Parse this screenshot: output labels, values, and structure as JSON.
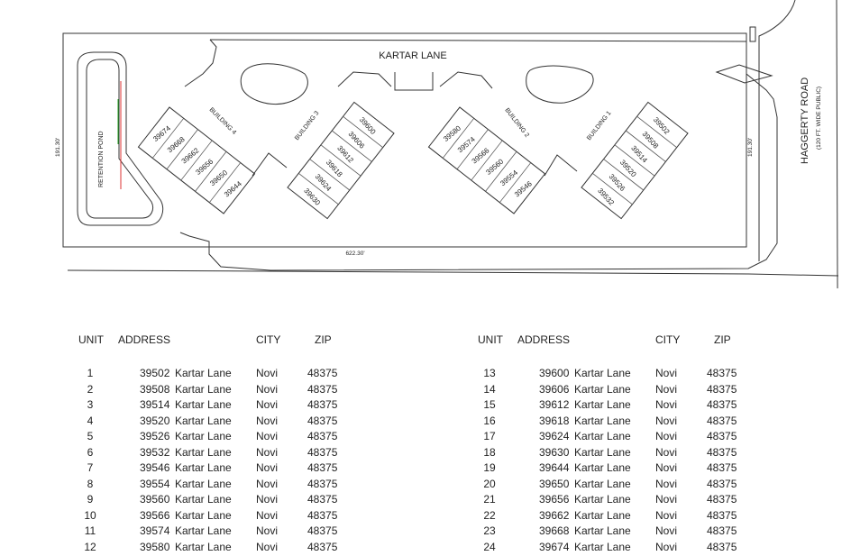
{
  "site_plan": {
    "street_label": "KARTAR LANE",
    "road_label": "HAGGERTY ROAD",
    "road_note": "(120 FT. WIDE PUBLIC)",
    "pond_label": "RETENTION POND",
    "dim_bottom": "622.30'",
    "dim_left": "191.30'",
    "dim_right": "191.30'",
    "buildings": [
      {
        "label": "BUILDING 1",
        "units": [
          "39502",
          "39508",
          "39514",
          "39520",
          "39526",
          "39532"
        ]
      },
      {
        "label": "BUILDING 2",
        "units": [
          "39580",
          "39574",
          "39566",
          "39560",
          "39554",
          "39546"
        ]
      },
      {
        "label": "BUILDING 3",
        "units": [
          "39600",
          "39606",
          "39612",
          "39618",
          "39624",
          "39630"
        ]
      },
      {
        "label": "BUILDING 4",
        "units": [
          "39674",
          "39668",
          "39662",
          "39656",
          "39650",
          "39644"
        ]
      }
    ]
  },
  "table": {
    "headers": {
      "unit": "UNIT",
      "address": "ADDRESS",
      "city": "CITY",
      "zip": "ZIP"
    },
    "street": "Kartar Lane",
    "left_rows": [
      {
        "unit": "1",
        "num": "39502",
        "city": "Novi",
        "zip": "48375"
      },
      {
        "unit": "2",
        "num": "39508",
        "city": "Novi",
        "zip": "48375"
      },
      {
        "unit": "3",
        "num": "39514",
        "city": "Novi",
        "zip": "48375"
      },
      {
        "unit": "4",
        "num": "39520",
        "city": "Novi",
        "zip": "48375"
      },
      {
        "unit": "5",
        "num": "39526",
        "city": "Novi",
        "zip": "48375"
      },
      {
        "unit": "6",
        "num": "39532",
        "city": "Novi",
        "zip": "48375"
      },
      {
        "unit": "7",
        "num": "39546",
        "city": "Novi",
        "zip": "48375"
      },
      {
        "unit": "8",
        "num": "39554",
        "city": "Novi",
        "zip": "48375"
      },
      {
        "unit": "9",
        "num": "39560",
        "city": "Novi",
        "zip": "48375"
      },
      {
        "unit": "10",
        "num": "39566",
        "city": "Novi",
        "zip": "48375"
      },
      {
        "unit": "11",
        "num": "39574",
        "city": "Novi",
        "zip": "48375"
      },
      {
        "unit": "12",
        "num": "39580",
        "city": "Novi",
        "zip": "48375"
      }
    ],
    "right_rows": [
      {
        "unit": "13",
        "num": "39600",
        "city": "Novi",
        "zip": "48375"
      },
      {
        "unit": "14",
        "num": "39606",
        "city": "Novi",
        "zip": "48375"
      },
      {
        "unit": "15",
        "num": "39612",
        "city": "Novi",
        "zip": "48375"
      },
      {
        "unit": "16",
        "num": "39618",
        "city": "Novi",
        "zip": "48375"
      },
      {
        "unit": "17",
        "num": "39624",
        "city": "Novi",
        "zip": "48375"
      },
      {
        "unit": "18",
        "num": "39630",
        "city": "Novi",
        "zip": "48375"
      },
      {
        "unit": "19",
        "num": "39644",
        "city": "Novi",
        "zip": "48375"
      },
      {
        "unit": "20",
        "num": "39650",
        "city": "Novi",
        "zip": "48375"
      },
      {
        "unit": "21",
        "num": "39656",
        "city": "Novi",
        "zip": "48375"
      },
      {
        "unit": "22",
        "num": "39662",
        "city": "Novi",
        "zip": "48375"
      },
      {
        "unit": "23",
        "num": "39668",
        "city": "Novi",
        "zip": "48375"
      },
      {
        "unit": "24",
        "num": "39674",
        "city": "Novi",
        "zip": "48375"
      }
    ]
  }
}
